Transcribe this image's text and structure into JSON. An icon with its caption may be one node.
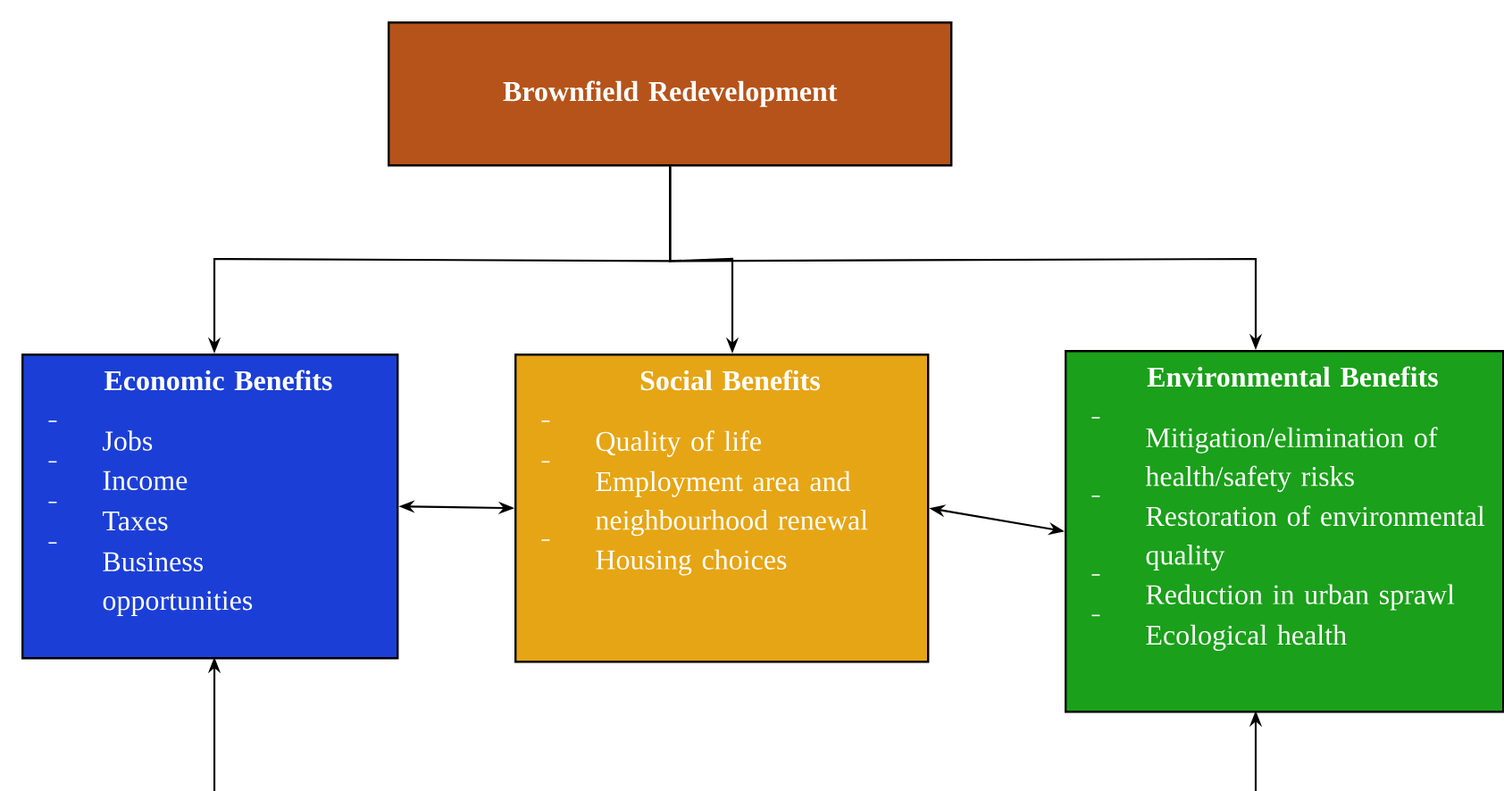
{
  "diagram": {
    "nodes": [
      {
        "text": [
          "Brownfield Redevelopment"
        ]
      },
      {
        "text": [
          "Economic Benefits",
          "Jobs",
          "Income",
          "Taxes",
          "Business opportunities"
        ]
      },
      {
        "text": [
          "Social Benefits",
          "Quality of life",
          "Employment area and neighbourhood renewal",
          "Housing choices"
        ]
      },
      {
        "text": [
          "Environmental Benefits",
          "Mitigation/elimination of health/safety risks",
          "Restoration of environmental quality",
          "Reduction in urban sprawl",
          "Ecological health"
        ]
      }
    ],
    "edges": [
      {
        "from": 0,
        "to": 1,
        "arrow": "to"
      },
      {
        "from": 0,
        "to": 2,
        "arrow": "to"
      },
      {
        "from": 0,
        "to": 3,
        "arrow": "to"
      },
      {
        "from": 1,
        "to": 2,
        "arrow": "both"
      },
      {
        "from": 2,
        "to": 3,
        "arrow": "both"
      },
      {
        "from": null,
        "to": 1,
        "arrow": "to"
      },
      {
        "from": null,
        "to": 3,
        "arrow": "to"
      }
    ]
  }
}
